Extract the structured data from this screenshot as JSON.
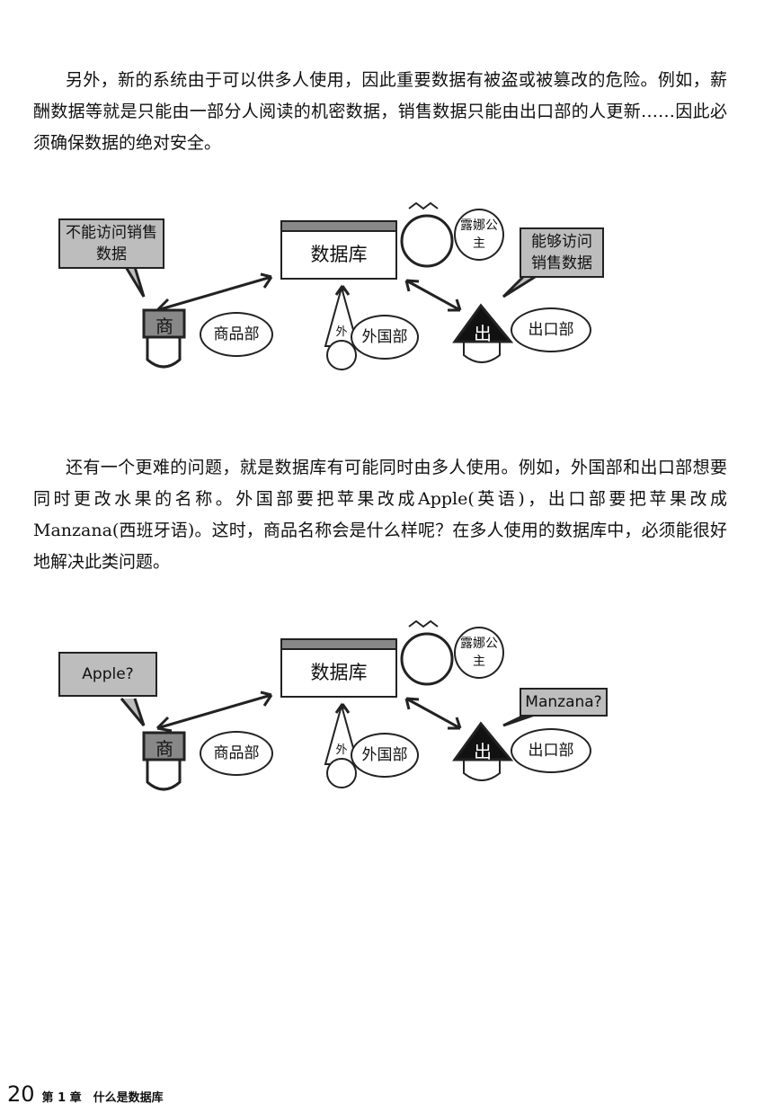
{
  "paragraph1": "另外，新的系统由于可以供多人使用，因此重要数据有被盗或被篡改的危险。例如，薪酬数据等就是只能由一部分人阅读的机密数据，销售数据只能由出口部的人更新……因此必须确保数据的绝对安全。",
  "diagram1": {
    "left_note": "不能访问销售数据",
    "database": "数据库",
    "princess": "露娜公主",
    "right_note": "能够访问销售数据",
    "dept_goods": "商品部",
    "hat_goods": "商",
    "dept_foreign": "外国部",
    "hat_foreign": "外",
    "dept_export": "出口部",
    "hat_export": "出"
  },
  "paragraph2": "还有一个更难的问题，就是数据库有可能同时由多人使用。例如，外国部和出口部想要同时更改水果的名称。外国部要把苹果改成Apple(英语)，出口部要把苹果改成Manzana(西班牙语)。这时，商品名称会是什么样呢？在多人使用的数据库中，必须能很好地解决此类问题。",
  "diagram2": {
    "left_note": "Apple?",
    "database": "数据库",
    "princess": "露娜公主",
    "right_note": "Manzana?",
    "dept_goods": "商品部",
    "hat_goods": "商",
    "dept_foreign": "外国部",
    "hat_foreign": "外",
    "dept_export": "出口部",
    "hat_export": "出"
  },
  "footer": {
    "page_number": "20",
    "chapter": "第 1 章　什么是数据库"
  }
}
